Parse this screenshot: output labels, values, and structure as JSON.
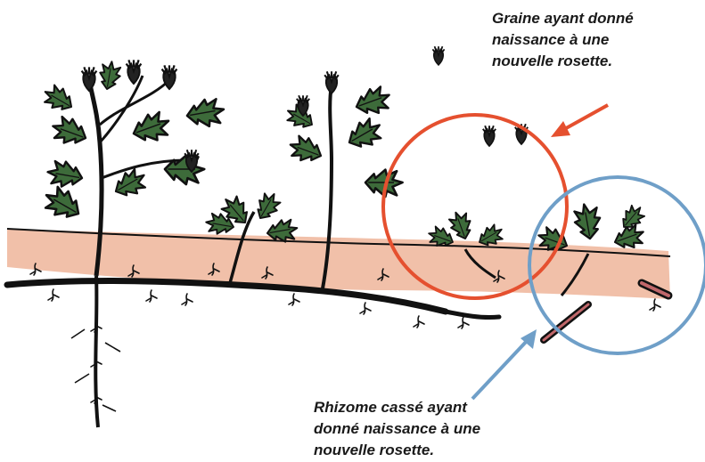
{
  "labels": {
    "seed_rosette": {
      "lines": [
        "Graine ayant donné",
        "naissance à une",
        "nouvelle rosette."
      ]
    },
    "rhizome_rosette": {
      "lines": [
        "Rhizome cassé ayant",
        "donné naissance à une",
        "nouvelle rosette."
      ]
    }
  },
  "colors": {
    "soil": "#f0b9a0",
    "leaf": "#3d6b3a",
    "outline": "#111111",
    "seed_circle": "#e5502f",
    "rhizome_circle": "#6f9fc8"
  }
}
